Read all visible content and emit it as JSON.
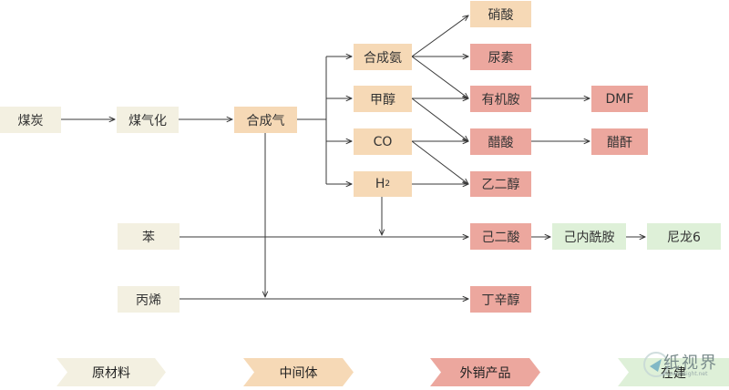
{
  "nodes": {
    "coal": "煤炭",
    "gasification": "煤气化",
    "syngas": "合成气",
    "ammonia": "合成氨",
    "methanol": "甲醇",
    "co": "CO",
    "h2_main": "H",
    "h2_sub": "2",
    "nitric_acid": "硝酸",
    "urea": "尿素",
    "organic_amine": "有机胺",
    "acetic_acid": "醋酸",
    "ethylene_glycol": "乙二醇",
    "dmf": "DMF",
    "acetic_anhydride": "醋酐",
    "benzene": "苯",
    "adipic_acid": "己二酸",
    "caprolactam": "己内酰胺",
    "nylon6": "尼龙6",
    "propylene": "丙烯",
    "octanol": "丁辛醇"
  },
  "legend": {
    "raw": "原材料",
    "intermediate": "中间体",
    "sale": "外销产品",
    "building": "在建"
  },
  "colors": {
    "raw": "#f3f0e1",
    "intermediate": "#f6d9b6",
    "sale": "#eca79e",
    "building": "#def0d8",
    "line": "#3a3a3a"
  },
  "watermark": {
    "text": "纸视界",
    "url": "paperinsight.net"
  }
}
